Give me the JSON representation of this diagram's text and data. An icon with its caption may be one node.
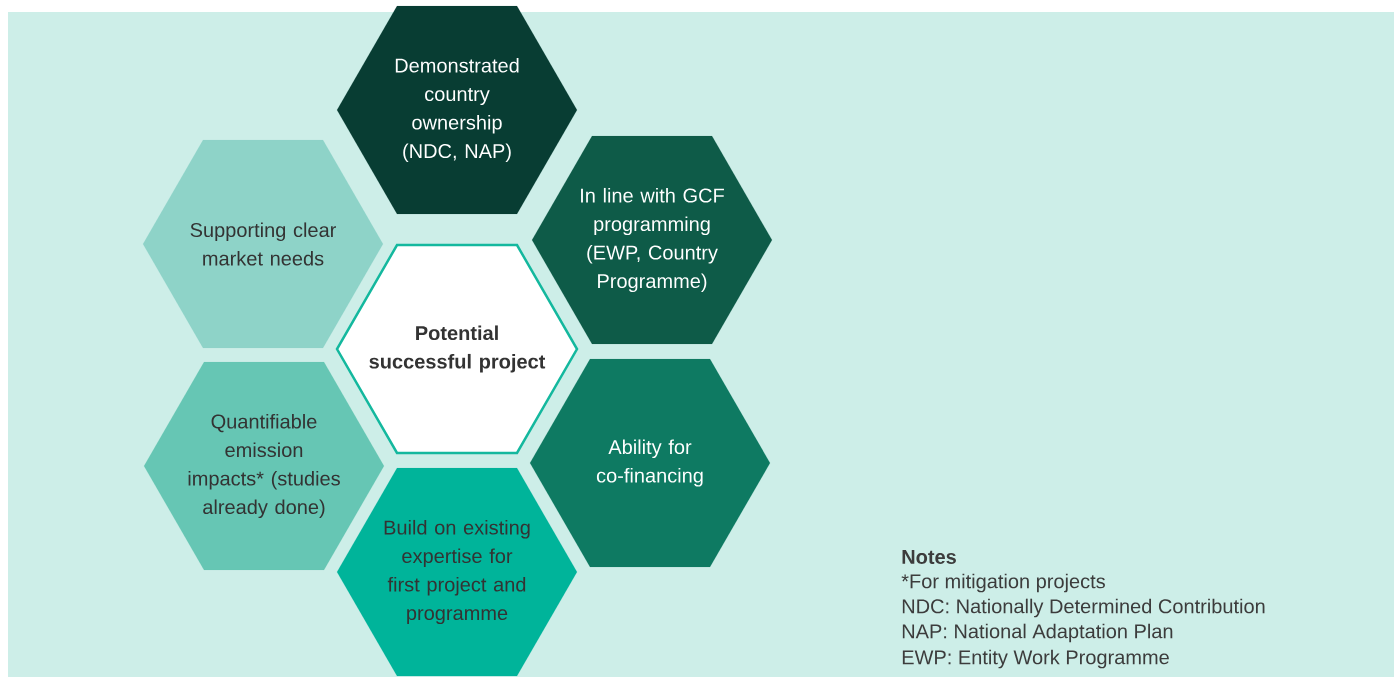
{
  "diagram": {
    "nodes": [
      {
        "text": [
          "Demonstrated country ownership (NDC, NAP)"
        ]
      },
      {
        "text": [
          "Supporting clear market needs"
        ]
      },
      {
        "text": [
          "In line with GCF programming (EWP, Country Programme)"
        ]
      },
      {
        "text": [
          "Potential successful project"
        ]
      },
      {
        "text": [
          "Quantifiable emission impacts* (studies already done)"
        ]
      },
      {
        "text": [
          "Ability for co-financing"
        ]
      },
      {
        "text": [
          "Build on existing expertise for first project and programme"
        ]
      }
    ],
    "labels": [
      "Notes",
      "*For mitigation projects",
      "NDC: Nationally Determined Contribution",
      "NAP: National Adaptation Plan",
      "EWP: Entity Work Programme"
    ]
  }
}
